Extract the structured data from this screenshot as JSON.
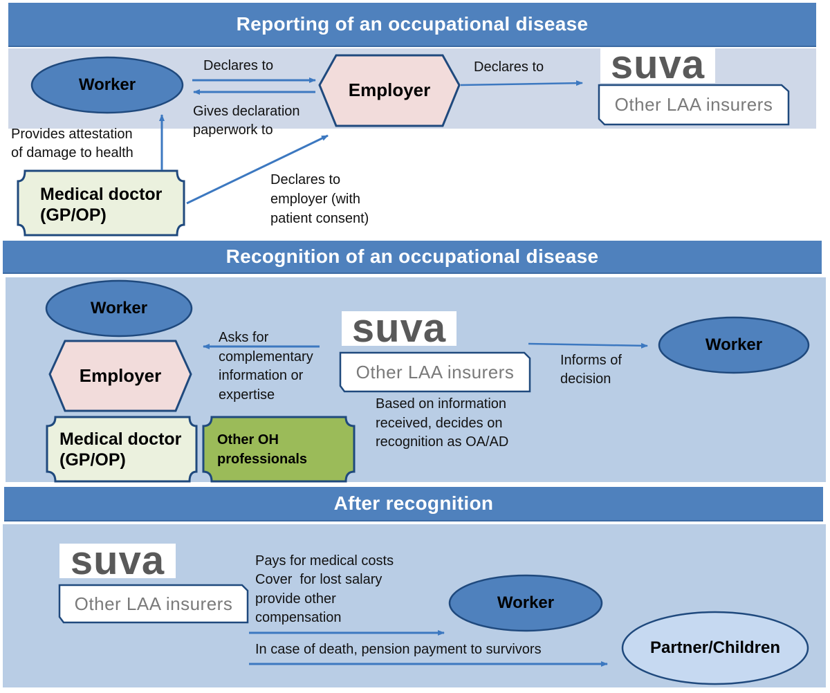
{
  "sections": {
    "reporting": {
      "title": "Reporting of an occupational disease",
      "worker": "Worker",
      "employer": "Employer",
      "suva": "suva",
      "other_insurers": "Other LAA insurers",
      "medical_doctor_line1": "Medical doctor",
      "medical_doctor_line2": "(GP/OP)",
      "labels": {
        "worker_to_employer": "Declares to",
        "employer_to_worker_1": "Gives declaration",
        "employer_to_worker_2": "paperwork to",
        "employer_to_insurer": "Declares to",
        "doctor_to_worker_1": "Provides attestation",
        "doctor_to_worker_2": "of damage to health",
        "doctor_to_employer_1": "Declares to",
        "doctor_to_employer_2": "employer (with",
        "doctor_to_employer_3": "patient consent)"
      }
    },
    "recognition": {
      "title": "Recognition of an occupational disease",
      "worker_left": "Worker",
      "employer": "Employer",
      "medical_doctor_line1": "Medical doctor",
      "medical_doctor_line2": "(GP/OP)",
      "other_oh_line1": "Other OH",
      "other_oh_line2": "professionals",
      "suva": "suva",
      "other_insurers": "Other LAA insurers",
      "worker_right": "Worker",
      "labels": {
        "asks_1": "Asks for",
        "asks_2": "complementary",
        "asks_3": "information or",
        "asks_4": "expertise",
        "informs_1": "Informs of",
        "informs_2": "decision",
        "decides_1": "Based on information",
        "decides_2": "received, decides on",
        "decides_3": "recognition as OA/AD"
      }
    },
    "after": {
      "title": "After recognition",
      "suva": "suva",
      "other_insurers": "Other LAA insurers",
      "worker": "Worker",
      "partner_children": "Partner/Children",
      "labels": {
        "pays_1": "Pays for medical costs",
        "pays_2": "Cover  for lost salary",
        "pays_3": "provide other",
        "pays_4": "compensation",
        "death": "In case of death, pension payment to survivors"
      }
    }
  },
  "colors": {
    "banner": "#4f81bd",
    "panel_light": "#cfd8e8",
    "panel_mid": "#b9cde5",
    "worker_fill": "#4f81bd",
    "employer_fill": "#f2dcdb",
    "doctor_fill": "#ebf1de",
    "oh_fill": "#9bbb59",
    "partner_fill": "#c6d9f1",
    "outline": "#1f497d",
    "arrow": "#3c78c0"
  }
}
